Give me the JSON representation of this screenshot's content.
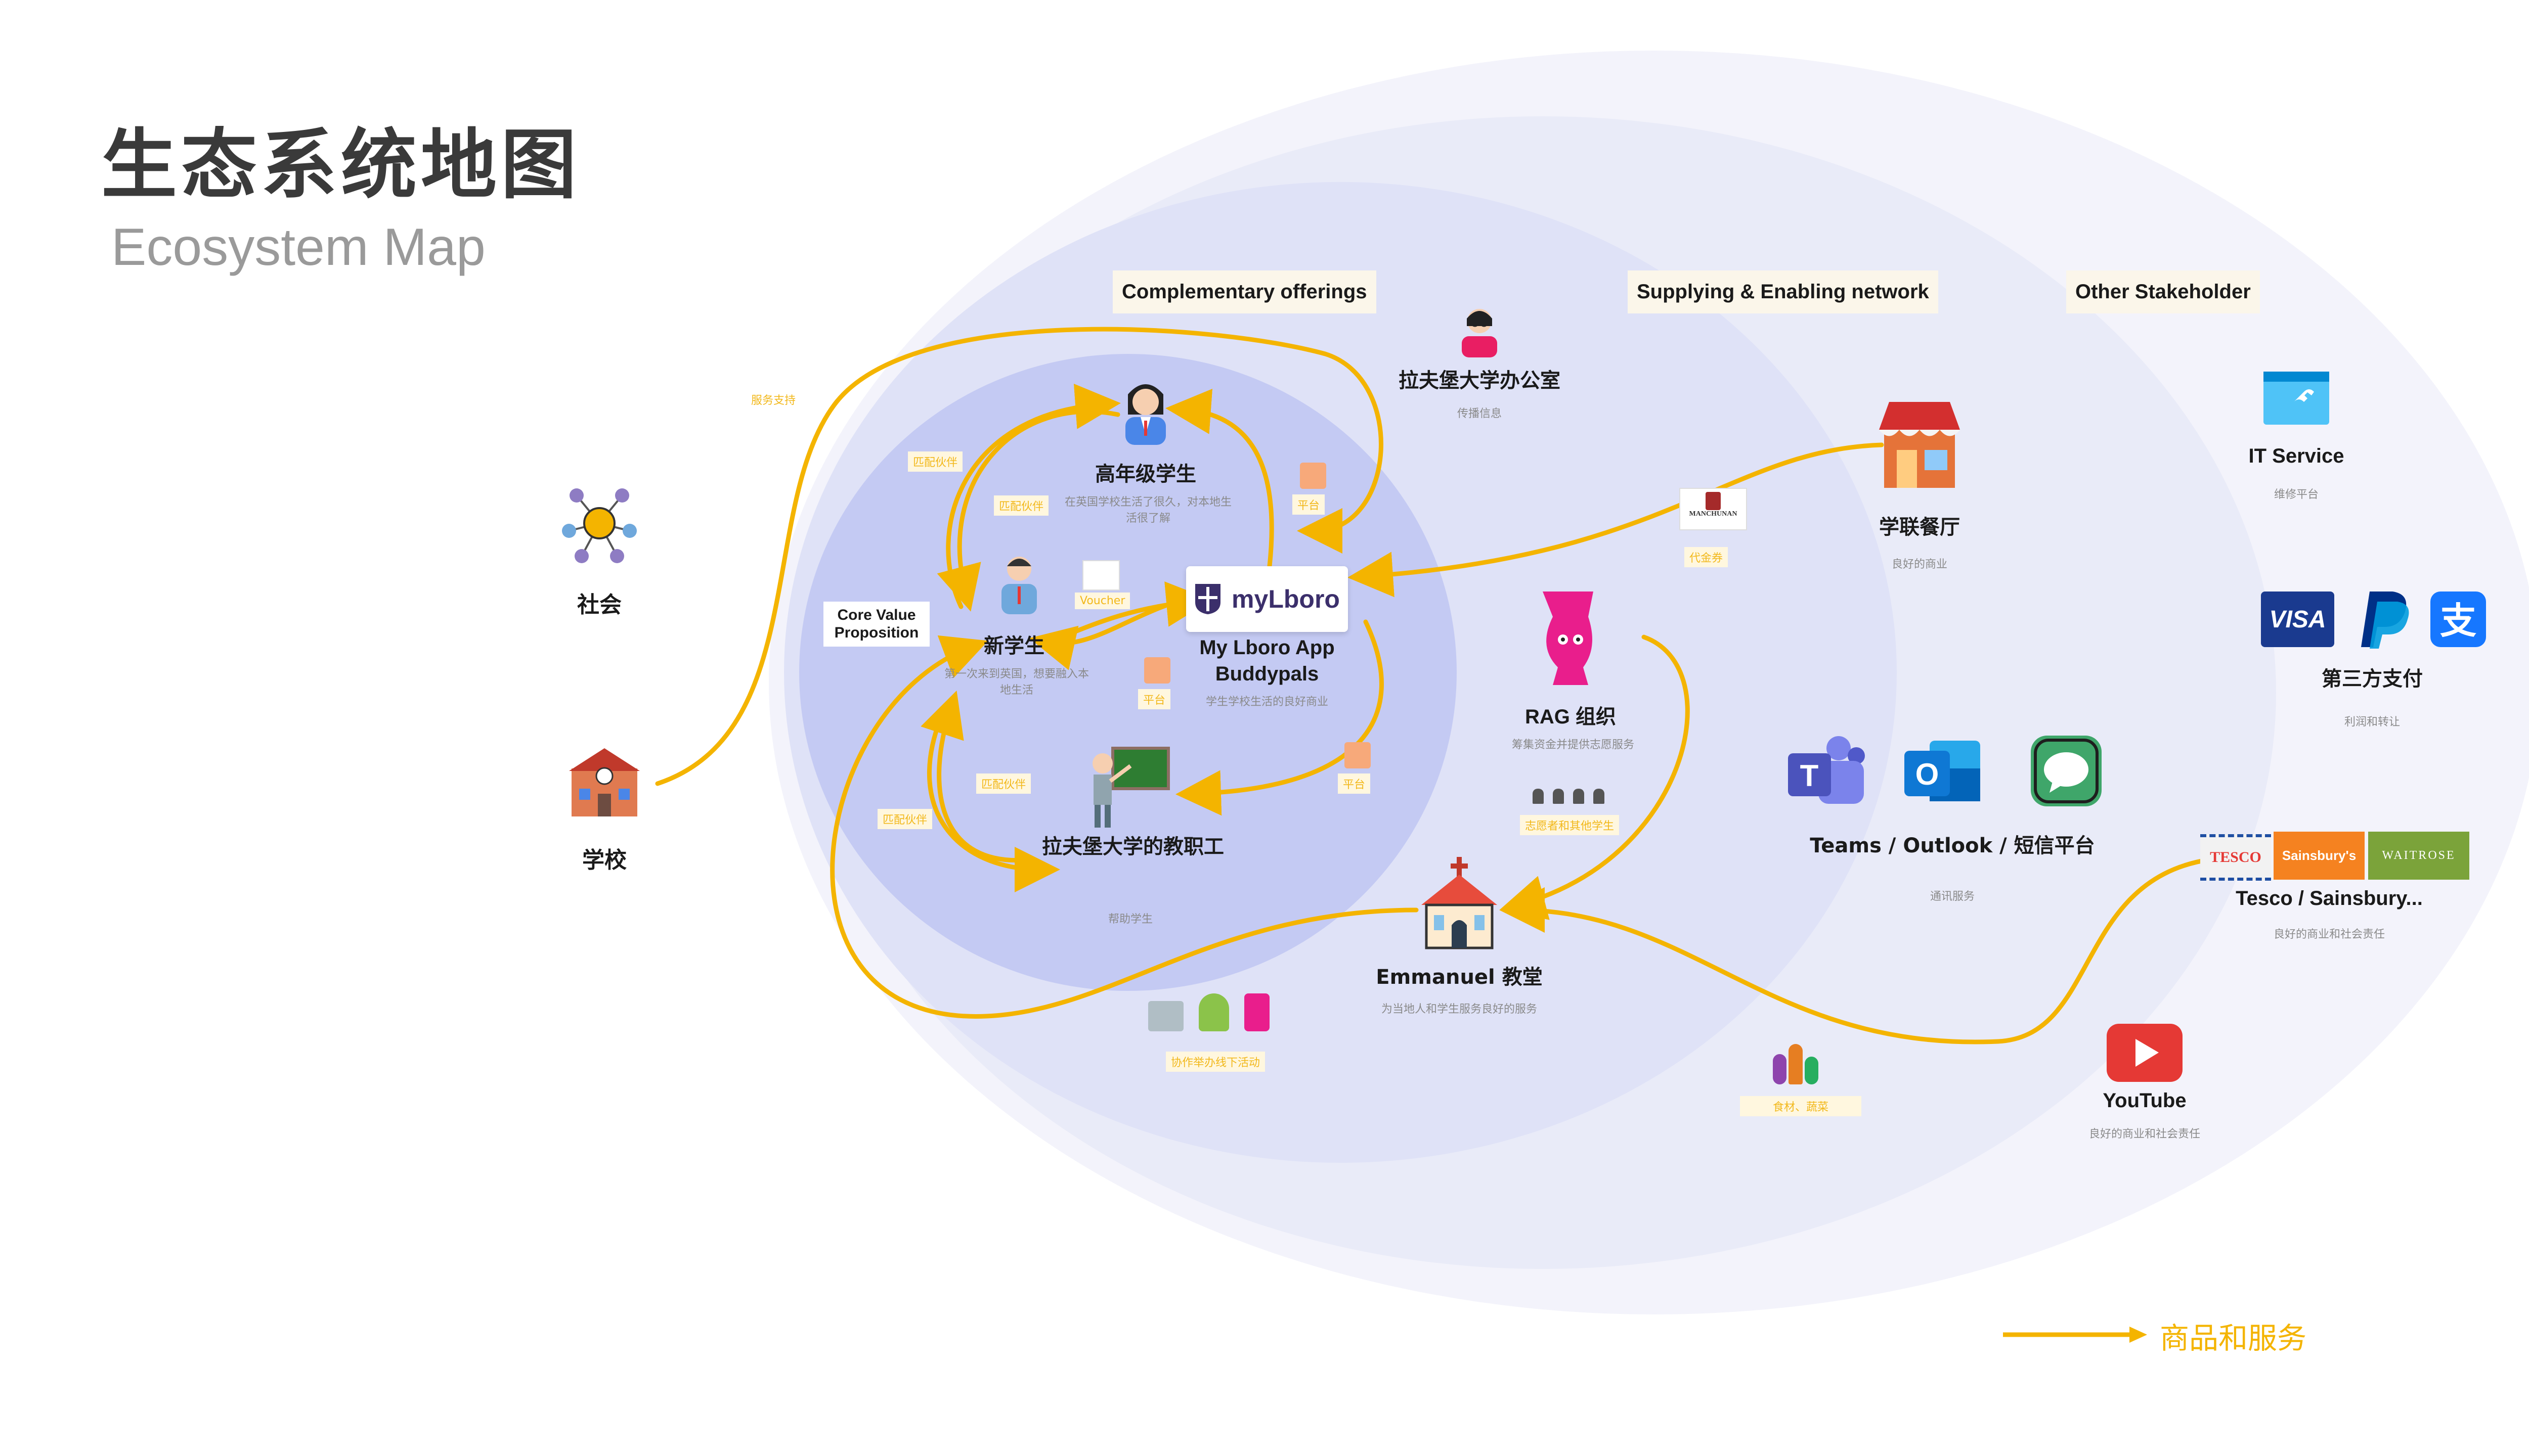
{
  "title": {
    "cn": "生态系统地图",
    "en": "Ecosystem Map"
  },
  "headers": {
    "complementary": "Complementary offerings",
    "supplying": "Supplying & Enabling network",
    "other": "Other Stakeholder"
  },
  "core_value": "Core Value Proposition",
  "nodes": {
    "society": {
      "label": "社会"
    },
    "school": {
      "label": "学校"
    },
    "senior_students": {
      "label": "高年级学生",
      "desc": "在英国学校生活了很久，对本地生活很了解"
    },
    "new_students": {
      "label": "新学生",
      "desc": "第一次来到英国，想要融入本地生活"
    },
    "mylboro": {
      "logo": "myLboro",
      "label": "My Lboro App Buddypals",
      "desc": "学生学校生活的良好商业"
    },
    "staff": {
      "label": "拉夫堡大学的教职工",
      "desc": "帮助学生"
    },
    "office": {
      "label": "拉夫堡大学办公室",
      "desc": "传播信息"
    },
    "rag": {
      "label": "RAG 组织",
      "desc": "筹集资金并提供志愿服务"
    },
    "restaurant": {
      "label": "学联餐厅",
      "desc": "良好的商业"
    },
    "church": {
      "label": "Emmanuel 教堂",
      "desc": "为当地人和学生服务良好的服务"
    },
    "comms": {
      "label": "Teams / Outlook / 短信平台",
      "desc": "通讯服务"
    },
    "it": {
      "label": "IT Service",
      "desc": "维修平台"
    },
    "payment": {
      "label": "第三方支付",
      "desc": "利润和转让"
    },
    "supermarkets": {
      "label": "Tesco / Sainsbury...",
      "desc": "良好的商业和社会责任"
    },
    "youtube": {
      "label": "YouTube",
      "desc": "良好的商业和社会责任"
    }
  },
  "tags": {
    "service_support": "服务支持",
    "match_partner": "匹配伙伴",
    "platform": "平台",
    "voucher": "Voucher",
    "coupon": "代金券",
    "volunteers": "志愿者和其他学生",
    "offline": "协作举办线下活动",
    "food": "食材、蔬菜"
  },
  "brands": {
    "visa": "VISA",
    "tesco": "TESCO",
    "sainsburys": "Sainsbury's",
    "waitrose": "WAITROSE",
    "manchunan": "MANCHUNAN"
  },
  "legend": {
    "label": "商品和服务"
  },
  "colors": {
    "arrow": "#f4b400",
    "ring_outer": "#f2f2fa",
    "ring_mid": "#e6e8f7",
    "ring_inner": "#d7dbf6",
    "core": "#b9c0f2"
  }
}
